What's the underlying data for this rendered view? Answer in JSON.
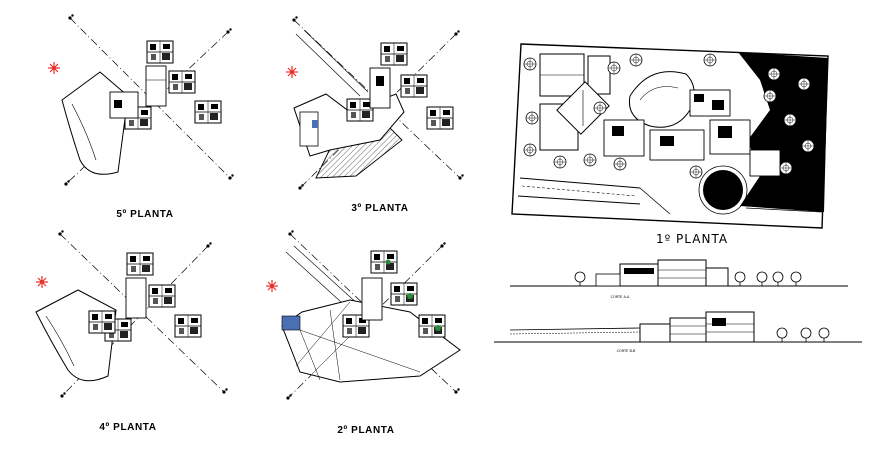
{
  "drawing": {
    "plans": [
      {
        "id": "p5",
        "label": "5º PLANTA"
      },
      {
        "id": "p3",
        "label": "3º PLANTA"
      },
      {
        "id": "p4",
        "label": "4º PLANTA"
      },
      {
        "id": "p2",
        "label": "2º PLANTA"
      }
    ],
    "site_plan": {
      "label": "1º PLANTA"
    },
    "sections": [
      {
        "label": "CORTE A-A"
      },
      {
        "label": "CORTE B-B"
      }
    ],
    "colors": {
      "ink": "#000000",
      "north_marker": "#e8322b",
      "accent_blue": "#4a6fb5",
      "accent_green": "#2e8b3a"
    }
  }
}
